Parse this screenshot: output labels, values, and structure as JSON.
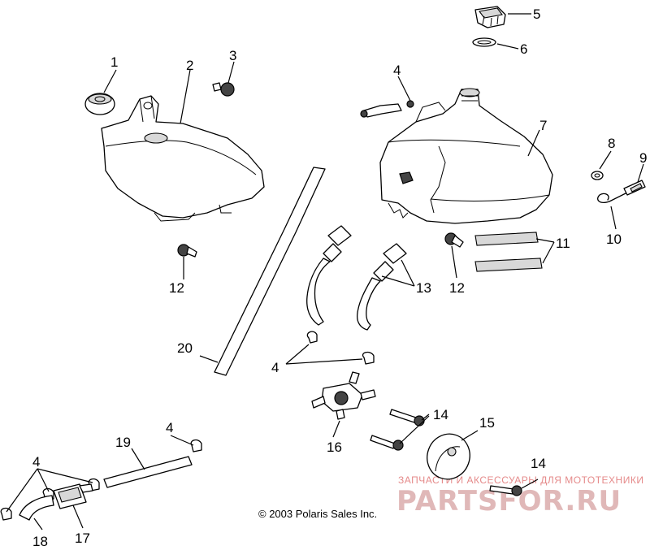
{
  "callouts": {
    "c1": "1",
    "c2": "2",
    "c3": "3",
    "c4a": "4",
    "c4b": "4",
    "c4c": "4",
    "c4d": "4",
    "c5": "5",
    "c6": "6",
    "c7": "7",
    "c8": "8",
    "c9": "9",
    "c10": "10",
    "c11": "11",
    "c12a": "12",
    "c12b": "12",
    "c13": "13",
    "c14a": "14",
    "c14b": "14",
    "c15": "15",
    "c16": "16",
    "c17": "17",
    "c18": "18",
    "c19": "19",
    "c20": "20"
  },
  "copyright": "© 2003 Polaris Sales Inc.",
  "watermark": {
    "tagline": "ЗАПЧАСТИ И АКСЕССУАРЫ ДЛЯ МОТОТЕХНИКИ",
    "brand": "PARTSFOR.RU"
  }
}
